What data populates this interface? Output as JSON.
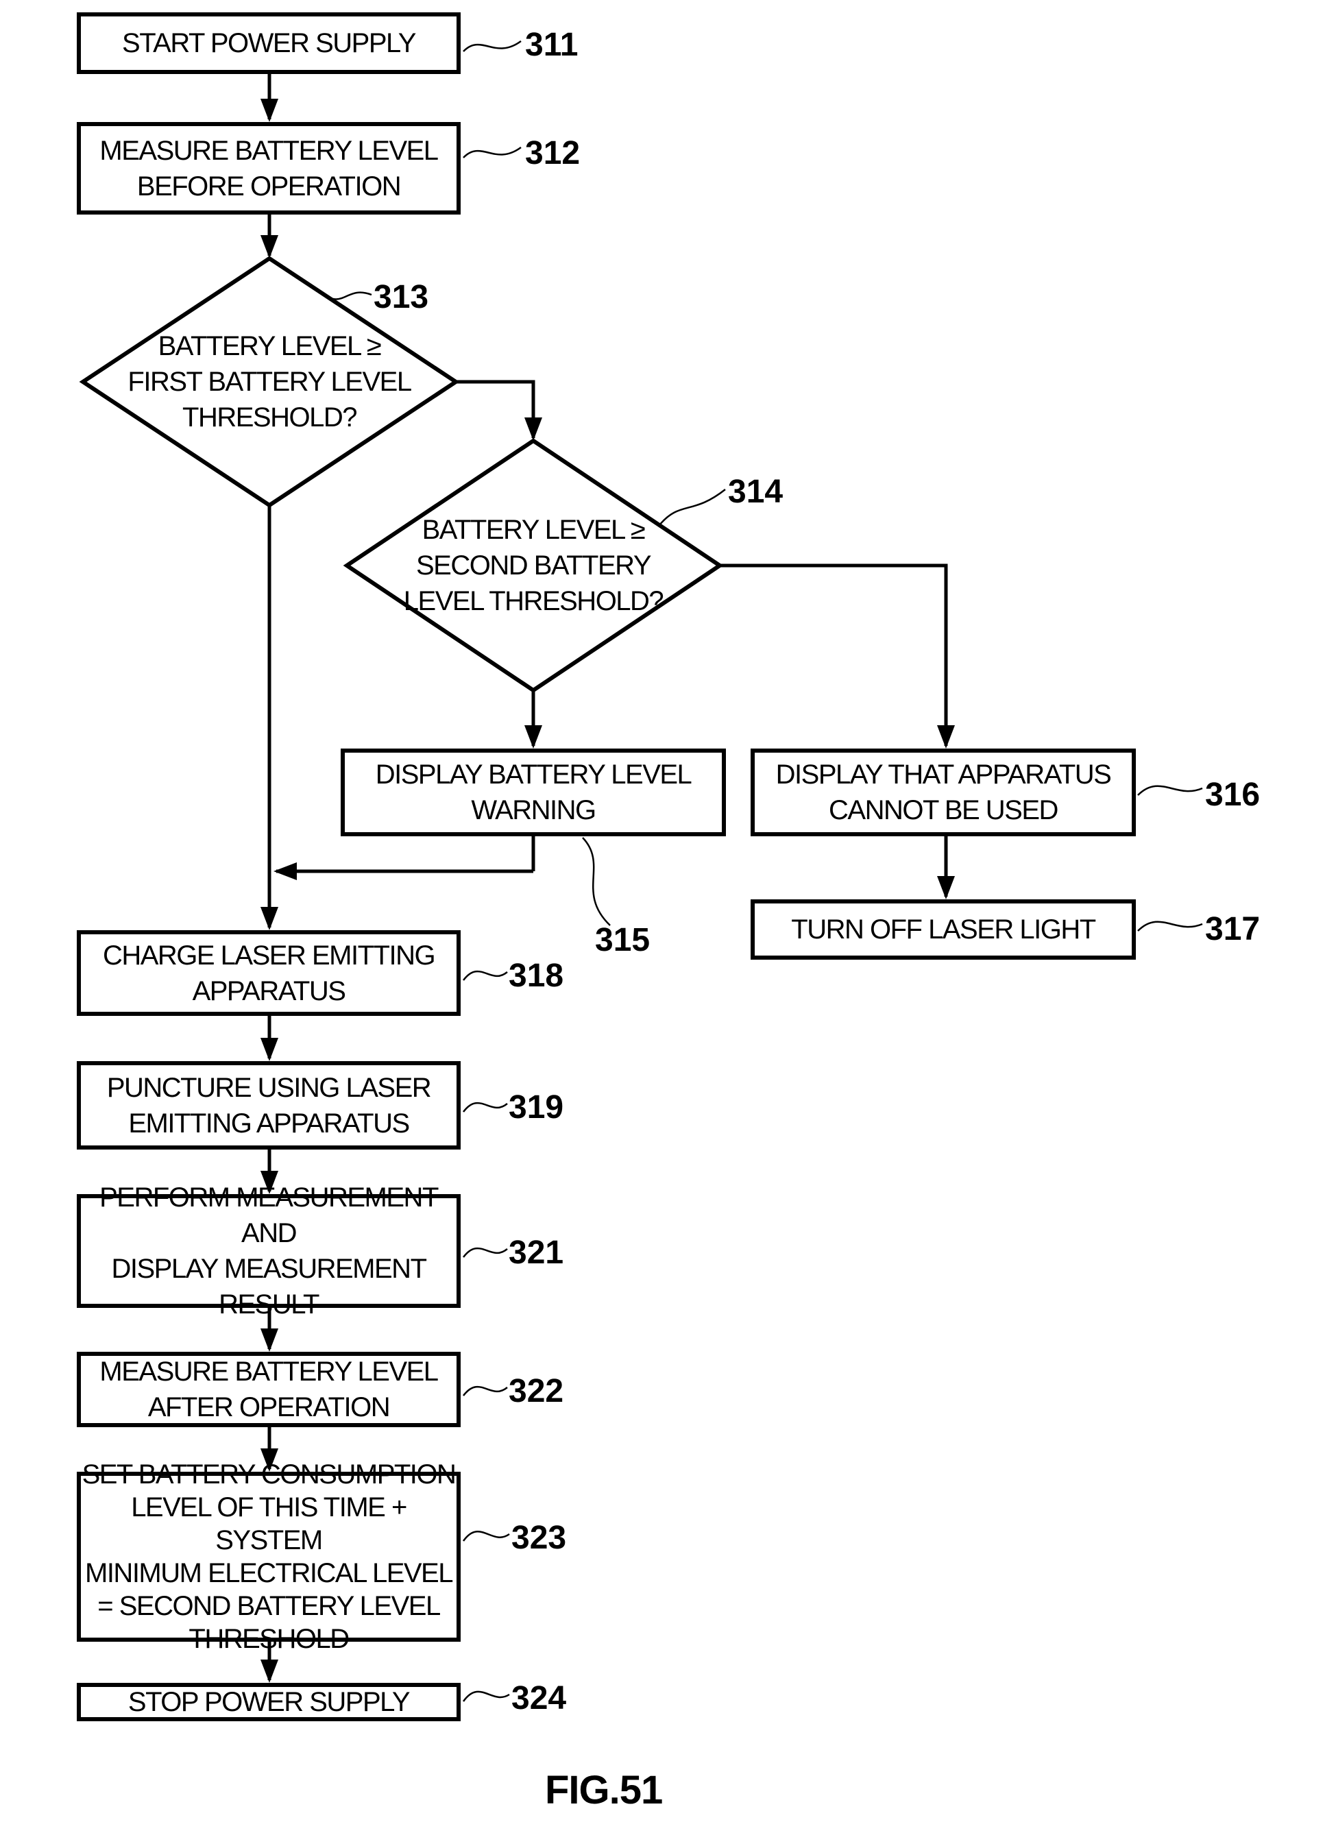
{
  "figure": {
    "caption": "FIG.51"
  },
  "nodes": {
    "n311": {
      "ref": "311",
      "text": "START POWER SUPPLY"
    },
    "n312": {
      "ref": "312",
      "text": "MEASURE BATTERY LEVEL\nBEFORE OPERATION"
    },
    "d313": {
      "ref": "313",
      "text": "BATTERY LEVEL ≥\nFIRST BATTERY LEVEL\nTHRESHOLD?"
    },
    "d314": {
      "ref": "314",
      "text": "BATTERY LEVEL ≥\nSECOND BATTERY\nLEVEL THRESHOLD?"
    },
    "n315": {
      "ref": "315",
      "text": "DISPLAY BATTERY LEVEL\nWARNING"
    },
    "n316": {
      "ref": "316",
      "text": "DISPLAY THAT APPARATUS\nCANNOT BE USED"
    },
    "n317": {
      "ref": "317",
      "text": "TURN OFF LASER LIGHT"
    },
    "n318": {
      "ref": "318",
      "text": "CHARGE LASER EMITTING\nAPPARATUS"
    },
    "n319": {
      "ref": "319",
      "text": "PUNCTURE USING LASER\nEMITTING APPARATUS"
    },
    "n321": {
      "ref": "321",
      "text": "PERFORM MEASUREMENT AND\nDISPLAY MEASUREMENT\nRESULT"
    },
    "n322": {
      "ref": "322",
      "text": "MEASURE BATTERY LEVEL\nAFTER OPERATION"
    },
    "n323": {
      "ref": "323",
      "text": "SET BATTERY CONSUMPTION\nLEVEL OF THIS TIME + SYSTEM\nMINIMUM ELECTRICAL LEVEL\n= SECOND BATTERY LEVEL\nTHRESHOLD"
    },
    "n324": {
      "ref": "324",
      "text": "STOP POWER SUPPLY"
    }
  },
  "colors": {
    "ink": "#000000",
    "paper": "#ffffff"
  }
}
